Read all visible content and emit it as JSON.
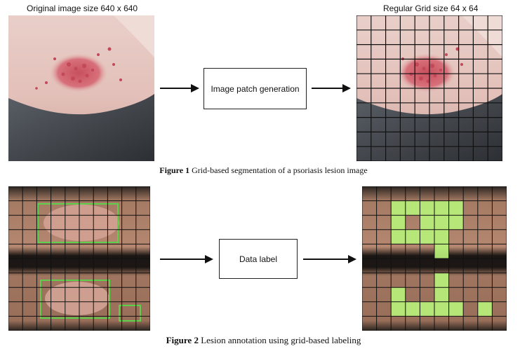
{
  "figure1": {
    "left_label": "Original image size 640 x 640",
    "right_label": "Regular Grid size 64 x 64",
    "process_label": "Image patch generation",
    "caption_prefix": "Figure 1",
    "caption_text": " Grid-based segmentation of a psoriasis lesion image"
  },
  "figure2": {
    "process_label": "Data label",
    "caption_prefix": "Figure 2",
    "caption_text": " Lesion annotation using grid-based labeling"
  },
  "colors": {
    "grid_line": "#111111",
    "annotation_box": "#5ecf4a",
    "label_cell": "#b8f07a",
    "arrow": "#111111"
  },
  "icons": [
    "right-arrow-icon"
  ]
}
